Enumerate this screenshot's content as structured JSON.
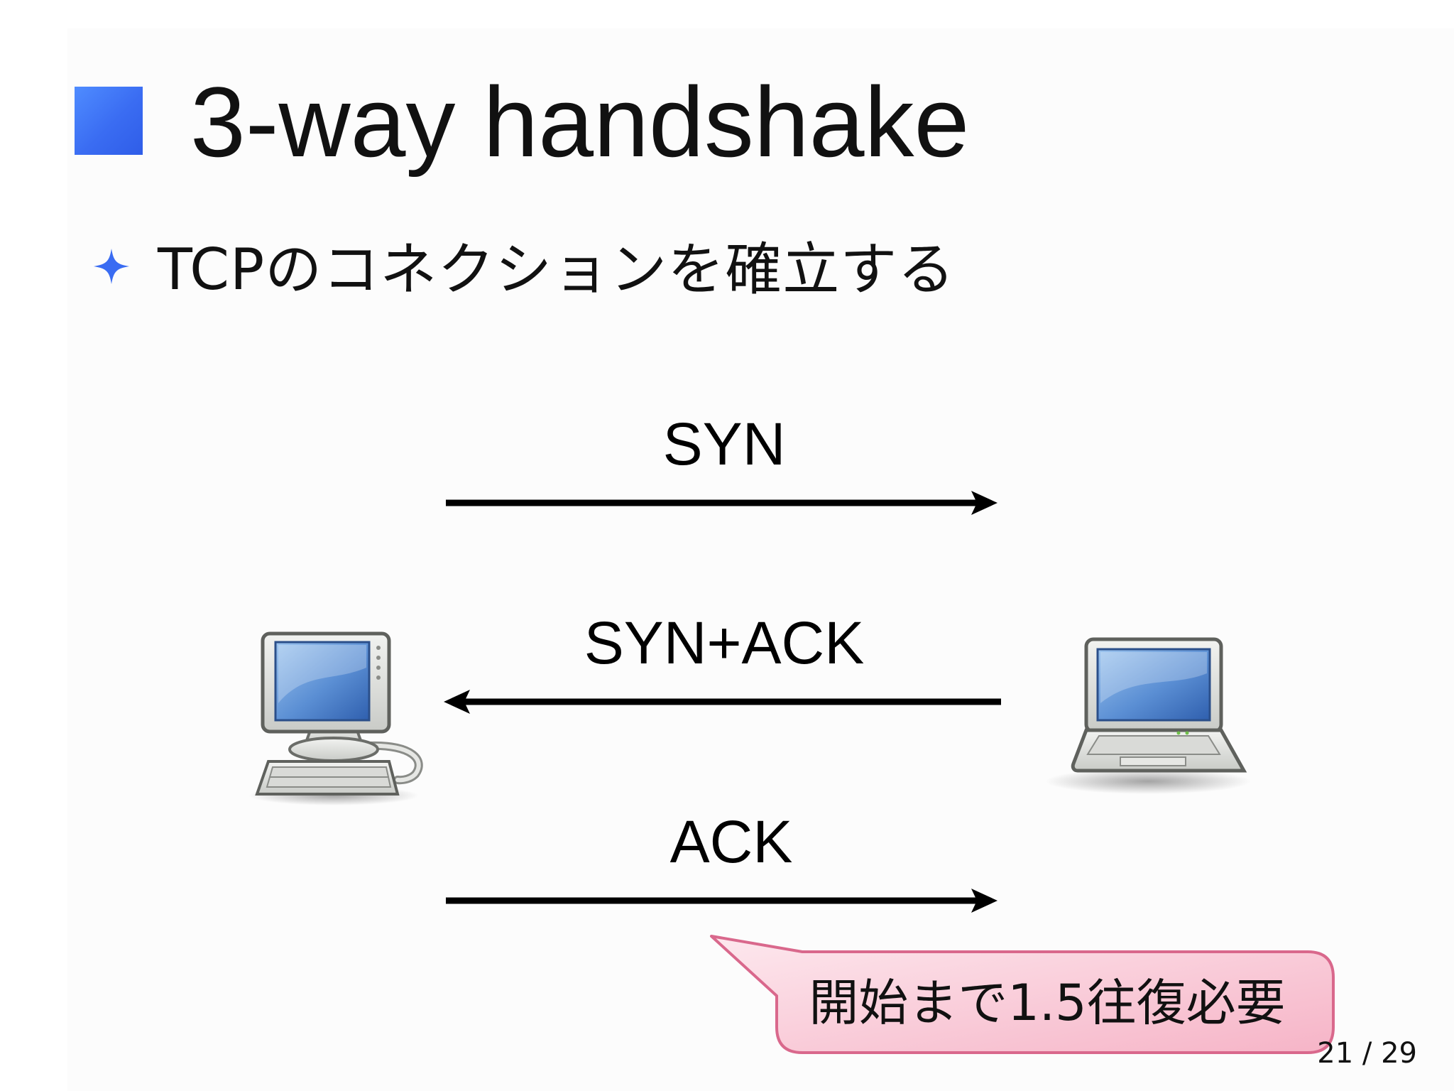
{
  "slide": {
    "title": "3-way handshake",
    "bullet_icon": "four-pointed-star-icon",
    "bullet_text": "TCPのコネクションを確立する",
    "accent_color": "#3a6cf2",
    "callout_color": "#f9c9d6",
    "callout_border_color": "#d9688c"
  },
  "diagram": {
    "left_node": "desktop-computer-icon",
    "right_node": "laptop-computer-icon",
    "messages": [
      {
        "label": "SYN",
        "direction": "right"
      },
      {
        "label": "SYN+ACK",
        "direction": "left"
      },
      {
        "label": "ACK",
        "direction": "right"
      }
    ],
    "callout": "開始まで1.5往復必要"
  },
  "footer": {
    "page": "21 / 29"
  }
}
